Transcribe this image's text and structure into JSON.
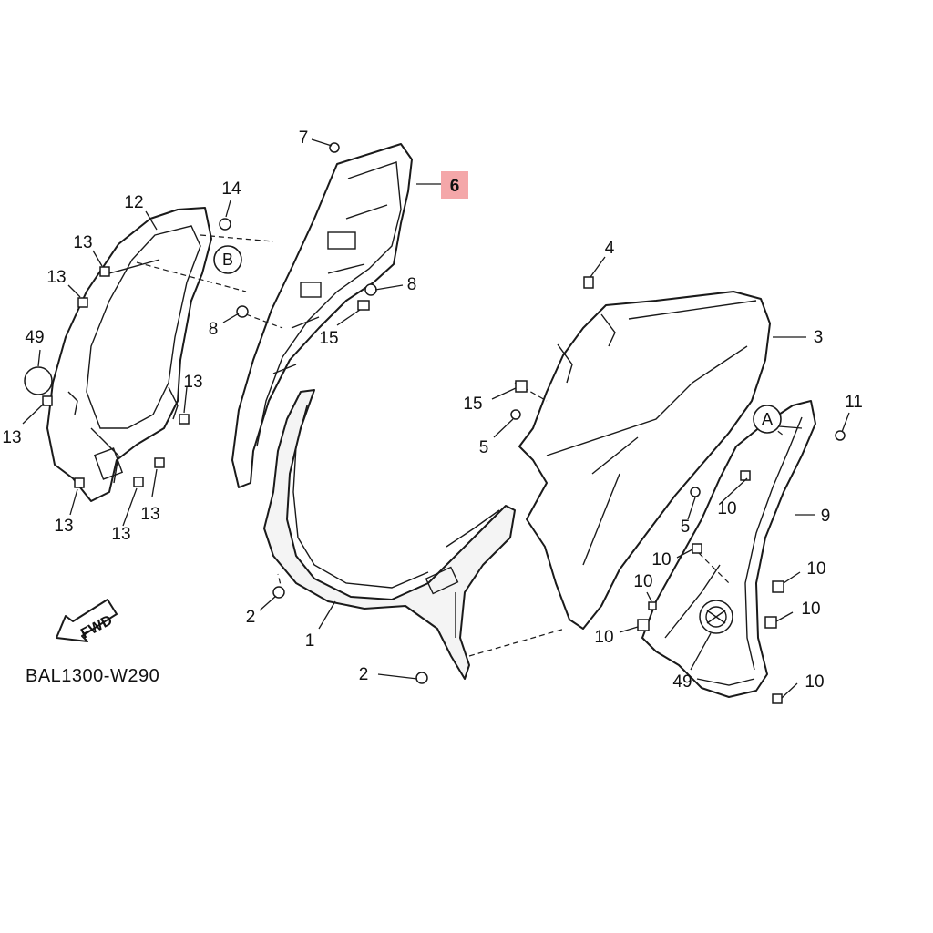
{
  "diagram": {
    "code": "BAL1300-W290",
    "direction_label": "FWD",
    "highlight_color": "#f4a7a9",
    "highlighted_part": "6",
    "callouts": {
      "a": "A",
      "b": "B"
    },
    "labels": {
      "p1": "1",
      "p2a": "2",
      "p2b": "2",
      "p3": "3",
      "p4": "4",
      "p5a": "5",
      "p5b": "5",
      "p6": "6",
      "p7": "7",
      "p8a": "8",
      "p8b": "8",
      "p9": "9",
      "p10a": "10",
      "p10b": "10",
      "p10c": "10",
      "p10d": "10",
      "p10e": "10",
      "p10f": "10",
      "p10g": "10",
      "p11": "11",
      "p12": "12",
      "p13a": "13",
      "p13b": "13",
      "p13c": "13",
      "p13d": "13",
      "p13e": "13",
      "p13f": "13",
      "p13g": "13",
      "p14": "14",
      "p15a": "15",
      "p15b": "15",
      "p49a": "49",
      "p49b": "49"
    }
  }
}
